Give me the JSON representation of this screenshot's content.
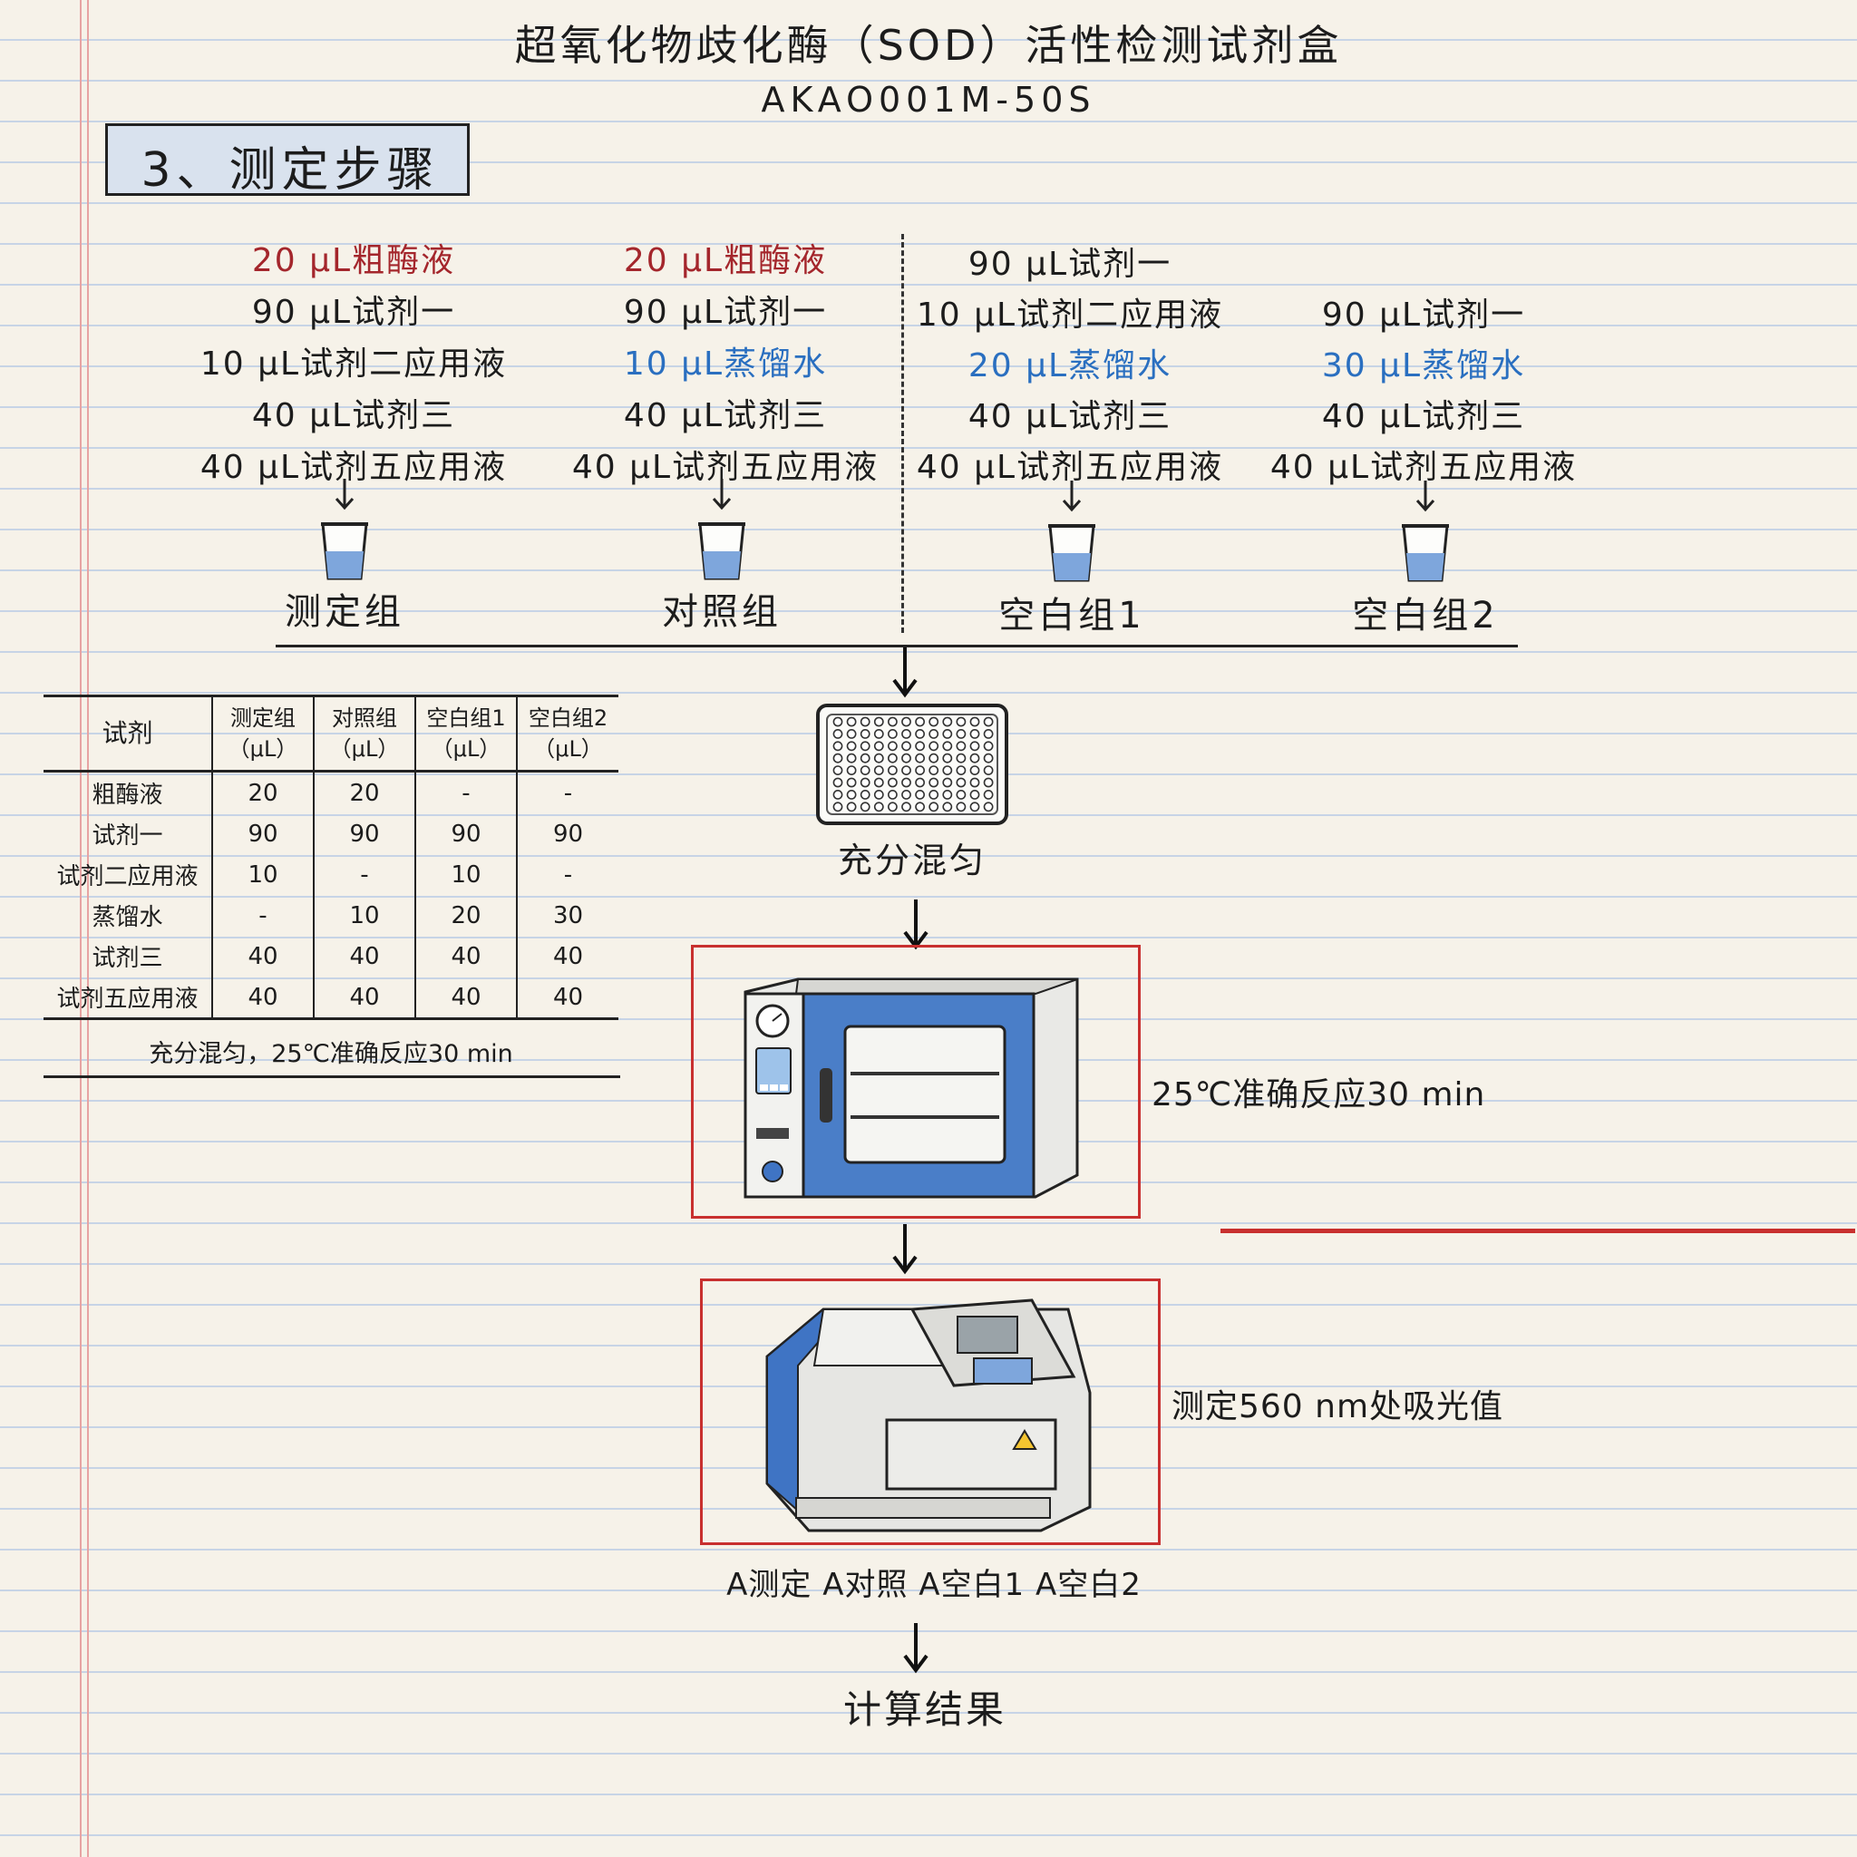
{
  "document": {
    "title": "超氧化物歧化酶（SOD）活性检测试剂盒",
    "code": "AKAO001M-50S",
    "section_title": "3、测定步骤"
  },
  "groups": [
    {
      "label": "测定组",
      "lines": [
        {
          "text": "20 μL粗酶液",
          "color": "#a4262c"
        },
        {
          "text": "90 μL试剂一",
          "color": "#1c1c1c"
        },
        {
          "text": "10 μL试剂二应用液",
          "color": "#1c1c1c"
        },
        {
          "text": "40 μL试剂三",
          "color": "#1c1c1c"
        },
        {
          "text": "40 μL试剂五应用液",
          "color": "#1c1c1c"
        }
      ]
    },
    {
      "label": "对照组",
      "lines": [
        {
          "text": "20 μL粗酶液",
          "color": "#a4262c"
        },
        {
          "text": "90 μL试剂一",
          "color": "#1c1c1c"
        },
        {
          "text": "10 μL蒸馏水",
          "color": "#2a6fc0"
        },
        {
          "text": "40 μL试剂三",
          "color": "#1c1c1c"
        },
        {
          "text": "40 μL试剂五应用液",
          "color": "#1c1c1c"
        }
      ]
    },
    {
      "label": "空白组1",
      "lines": [
        {
          "text": "90 μL试剂一",
          "color": "#1c1c1c"
        },
        {
          "text": "10 μL试剂二应用液",
          "color": "#1c1c1c"
        },
        {
          "text": "20 μL蒸馏水",
          "color": "#2a6fc0"
        },
        {
          "text": "40 μL试剂三",
          "color": "#1c1c1c"
        },
        {
          "text": "40 μL试剂五应用液",
          "color": "#1c1c1c"
        }
      ]
    },
    {
      "label": "空白组2",
      "lines": [
        {
          "text": "90 μL试剂一",
          "color": "#1c1c1c"
        },
        {
          "text": "30 μL蒸馏水",
          "color": "#2a6fc0"
        },
        {
          "text": "40 μL试剂三",
          "color": "#1c1c1c"
        },
        {
          "text": "40 μL试剂五应用液",
          "color": "#1c1c1c"
        }
      ]
    }
  ],
  "table": {
    "corner": "试剂",
    "columns": [
      {
        "name": "测定组",
        "unit": "（μL）"
      },
      {
        "name": "对照组",
        "unit": "（μL）"
      },
      {
        "name": "空白组1",
        "unit": "（μL）"
      },
      {
        "name": "空白组2",
        "unit": "（μL）"
      }
    ],
    "rows": [
      {
        "reagent": "粗酶液",
        "values": [
          "20",
          "20",
          "-",
          "-"
        ]
      },
      {
        "reagent": "试剂一",
        "values": [
          "90",
          "90",
          "90",
          "90"
        ]
      },
      {
        "reagent": "试剂二应用液",
        "values": [
          "10",
          "-",
          "10",
          "-"
        ]
      },
      {
        "reagent": "蒸馏水",
        "values": [
          "-",
          "10",
          "20",
          "30"
        ]
      },
      {
        "reagent": "试剂三",
        "values": [
          "40",
          "40",
          "40",
          "40"
        ]
      },
      {
        "reagent": "试剂五应用液",
        "values": [
          "40",
          "40",
          "40",
          "40"
        ]
      }
    ],
    "note": "充分混匀，25℃准确反应30 min"
  },
  "steps": {
    "mix": "充分混匀",
    "incubate": "25℃准确反应30 min",
    "measure": "测定560 nm处吸光值",
    "readings": "A测定  A对照  A空白1  A空白2",
    "result": "计算结果"
  },
  "colors": {
    "paper": "#f6f2e9",
    "rule_line": "#c7d4e6",
    "margin_line": "#e7a3a3",
    "highlight_red": "#c8302f",
    "sample_red": "#a4262c",
    "water_blue": "#2a6fc0",
    "device_blue": "#3f74c4"
  },
  "icons": [
    "cup-icon",
    "microplate-icon",
    "incubator-icon",
    "spectrophotometer-icon",
    "arrow-down-icon",
    "warning-icon"
  ]
}
